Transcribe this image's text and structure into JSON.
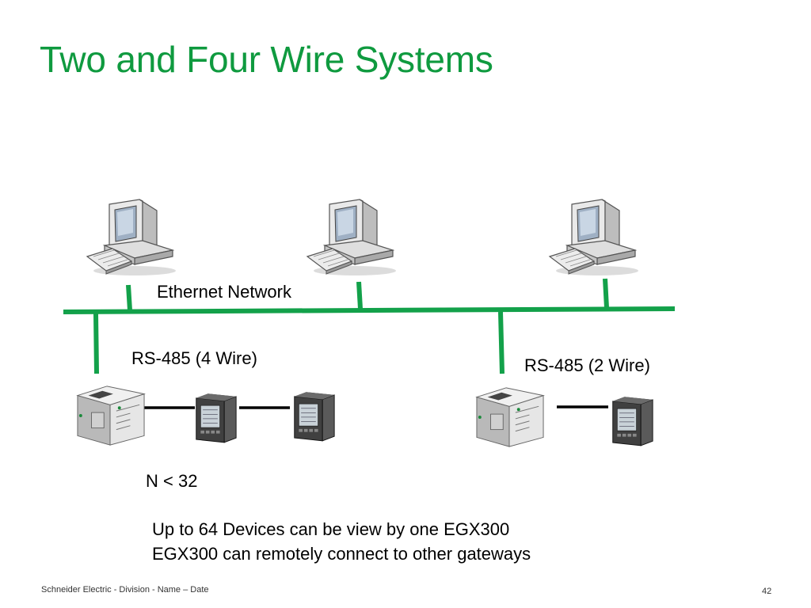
{
  "slide": {
    "title": "Two and Four Wire Systems",
    "labels": {
      "ethernet": "Ethernet Network",
      "rs485_4wire": "RS-485 (4 Wire)",
      "rs485_2wire": "RS-485 (2 Wire)",
      "device_limit": "N < 32"
    },
    "notes": [
      "Up to 64 Devices can be view by one EGX300",
      "EGX300 can remotely connect to other gateways"
    ],
    "footer": {
      "text": "Schneider Electric - Division - Name – Date",
      "page_number": "42"
    },
    "colors": {
      "title": "#0f9a3f",
      "network_line": "#13a14a",
      "serial_line": "#000000"
    },
    "icons": [
      "computer-icon",
      "computer-icon",
      "computer-icon",
      "gateway-icon",
      "power-meter-icon",
      "power-meter-icon",
      "gateway-icon",
      "power-meter-icon"
    ]
  }
}
